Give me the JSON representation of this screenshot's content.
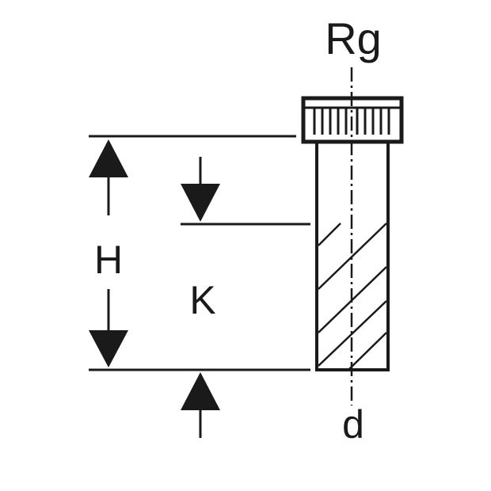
{
  "labels": {
    "thread": "Rg",
    "height": "H",
    "insertion_depth": "K",
    "diameter": "d"
  },
  "colors": {
    "line": "#1a1a1a",
    "background": "#ffffff"
  },
  "icons": {
    "arrows": [
      "arrow-up-icon",
      "arrow-down-icon"
    ]
  }
}
